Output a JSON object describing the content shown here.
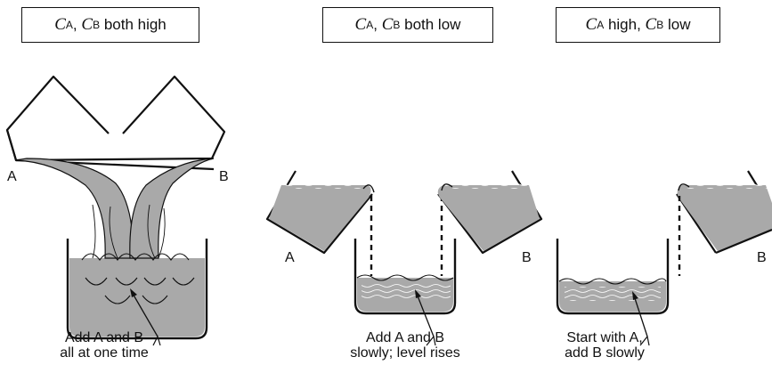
{
  "panels": [
    {
      "title": {
        "sym_a": "C",
        "sub_a": "A",
        "sym_b": "C",
        "sub_b": "B",
        "text": "both high"
      },
      "left_label": "A",
      "right_label": "B",
      "caption": [
        "Add A and B",
        "all at one time"
      ]
    },
    {
      "title": {
        "sym_a": "C",
        "sub_a": "A",
        "sym_b": "C",
        "sub_b": "B",
        "text": "both low"
      },
      "left_label": "A",
      "right_label": "B",
      "caption": [
        "Add A and B",
        "slowly; level rises"
      ]
    },
    {
      "title": {
        "sym_a": "C",
        "sub_a": "A",
        "mid": "high,",
        "sym_b": "C",
        "sub_b": "B",
        "text": "low"
      },
      "right_label": "B",
      "caption": [
        "Start with A,",
        "add B slowly"
      ]
    }
  ],
  "colors": {
    "liquid": "#a9a9a9",
    "ink": "#111111"
  }
}
